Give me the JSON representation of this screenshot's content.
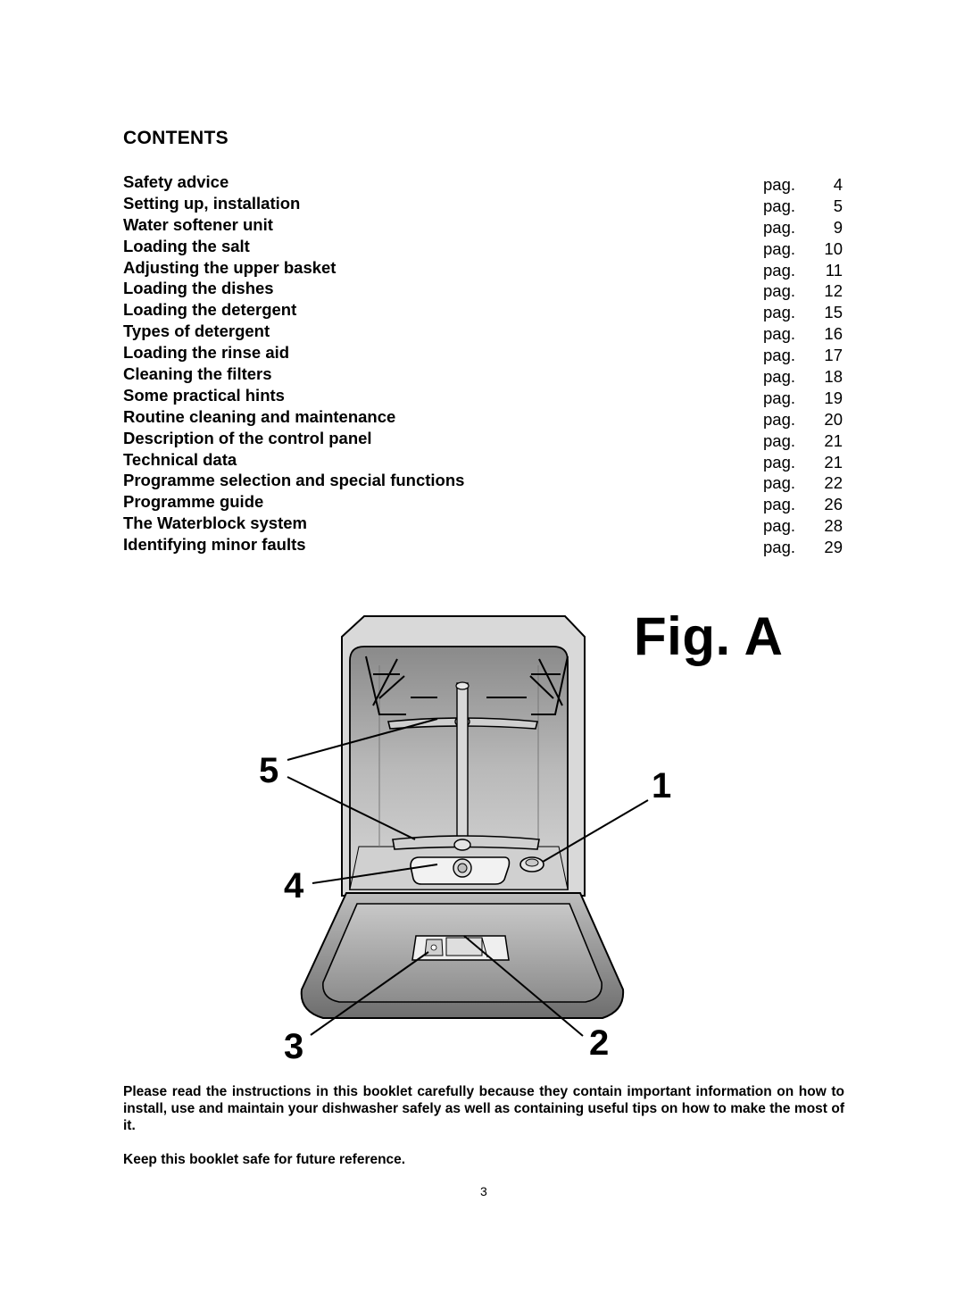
{
  "contents": {
    "heading": "CONTENTS",
    "entries": [
      {
        "title": "Safety advice",
        "pag": "pag.",
        "page": "4"
      },
      {
        "title": "Setting up, installation",
        "pag": "pag.",
        "page": "5"
      },
      {
        "title": "Water softener unit",
        "pag": "pag.",
        "page": "9"
      },
      {
        "title": "Loading the salt",
        "pag": "pag.",
        "page": "10"
      },
      {
        "title": "Adjusting the upper basket",
        "pag": "pag.",
        "page": "11"
      },
      {
        "title": "Loading the dishes",
        "pag": "pag.",
        "page": "12"
      },
      {
        "title": "Loading the detergent",
        "pag": "pag.",
        "page": "15"
      },
      {
        "title": "Types of detergent",
        "pag": "pag.",
        "page": "16"
      },
      {
        "title": "Loading the rinse aid",
        "pag": "pag.",
        "page": "17"
      },
      {
        "title": "Cleaning the filters",
        "pag": "pag.",
        "page": "18"
      },
      {
        "title": "Some practical hints",
        "pag": "pag.",
        "page": "19"
      },
      {
        "title": "Routine cleaning and maintenance",
        "pag": "pag.",
        "page": "20"
      },
      {
        "title": "Description of the control panel",
        "pag": "pag.",
        "page": "21"
      },
      {
        "title": "Technical data",
        "pag": "pag.",
        "page": "21"
      },
      {
        "title": "Programme selection and special functions",
        "pag": "pag.",
        "page": "22"
      },
      {
        "title": "Programme guide",
        "pag": "pag.",
        "page": "26"
      },
      {
        "title": "The Waterblock system",
        "pag": "pag.",
        "page": "28"
      },
      {
        "title": "Identifying minor faults",
        "pag": "pag.",
        "page": "29"
      }
    ]
  },
  "figure": {
    "title": "Fig. A",
    "callouts": {
      "one": "1",
      "two": "2",
      "three": "3",
      "four": "4",
      "five": "5"
    }
  },
  "notice": "Please read the instructions in this booklet carefully because they contain important information on how to install, use and maintain your dishwasher safely as well as containing useful tips on how to make the most of it.",
  "keep_note": "Keep this booklet safe for future reference.",
  "page_number": "3"
}
